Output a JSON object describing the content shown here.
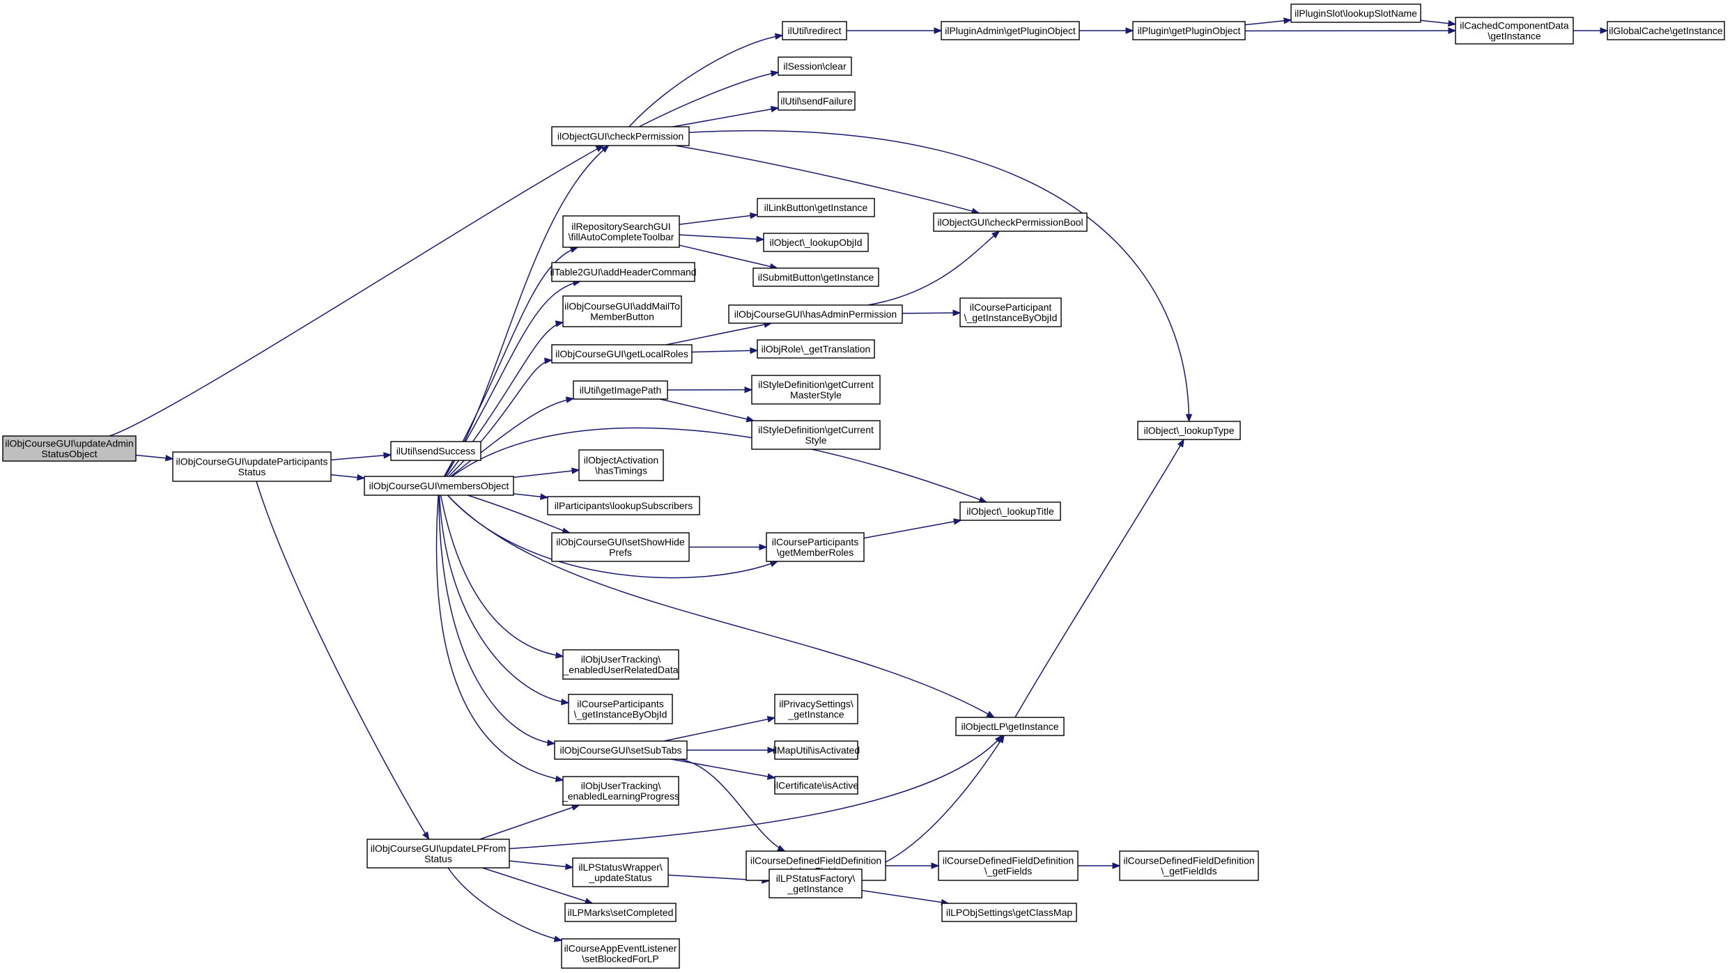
{
  "nodes": [
    {
      "id": "n0",
      "lines": [
        "ilObjCourseGUI\\updateAdmin",
        "StatusObject"
      ],
      "root": true
    },
    {
      "id": "n1",
      "lines": [
        "ilObjCourseGUI\\updateParticipants",
        "Status"
      ]
    },
    {
      "id": "n2",
      "lines": [
        "ilObjectGUI\\checkPermission"
      ]
    },
    {
      "id": "n3",
      "lines": [
        "ilUtil\\sendSuccess"
      ]
    },
    {
      "id": "n4",
      "lines": [
        "ilObjCourseGUI\\membersObject"
      ]
    },
    {
      "id": "n5",
      "lines": [
        "ilObjCourseGUI\\updateLPFrom",
        "Status"
      ]
    },
    {
      "id": "n6",
      "lines": [
        "ilUtil\\redirect"
      ]
    },
    {
      "id": "n7",
      "lines": [
        "ilSession\\clear"
      ]
    },
    {
      "id": "n8",
      "lines": [
        "ilUtil\\sendFailure"
      ]
    },
    {
      "id": "n9",
      "lines": [
        "ilPluginAdmin\\getPluginObject"
      ]
    },
    {
      "id": "n10",
      "lines": [
        "ilPlugin\\getPluginObject"
      ]
    },
    {
      "id": "n11",
      "lines": [
        "ilPluginSlot\\lookupSlotName"
      ]
    },
    {
      "id": "n12",
      "lines": [
        "ilCachedComponentData",
        "\\getInstance"
      ]
    },
    {
      "id": "n13",
      "lines": [
        "ilGlobalCache\\getInstance"
      ]
    },
    {
      "id": "n14",
      "lines": [
        "ilRepositorySearchGUI",
        "\\fillAutoCompleteToolbar"
      ]
    },
    {
      "id": "n15",
      "lines": [
        "ilTable2GUI\\addHeaderCommand"
      ]
    },
    {
      "id": "n16",
      "lines": [
        "ilObjCourseGUI\\addMailTo",
        "MemberButton"
      ]
    },
    {
      "id": "n17",
      "lines": [
        "ilObjCourseGUI\\getLocalRoles"
      ]
    },
    {
      "id": "n18",
      "lines": [
        "ilUtil\\getImagePath"
      ]
    },
    {
      "id": "n19",
      "lines": [
        "ilObjectActivation",
        "\\hasTimings"
      ]
    },
    {
      "id": "n20",
      "lines": [
        "ilParticipants\\lookupSubscribers"
      ]
    },
    {
      "id": "n21",
      "lines": [
        "ilObjCourseGUI\\setShowHide",
        "Prefs"
      ]
    },
    {
      "id": "n22",
      "lines": [
        "ilObjUserTracking\\",
        "_enabledUserRelatedData"
      ]
    },
    {
      "id": "n23",
      "lines": [
        "ilCourseParticipants",
        "\\_getInstanceByObjId"
      ]
    },
    {
      "id": "n24",
      "lines": [
        "ilObjCourseGUI\\setSubTabs"
      ]
    },
    {
      "id": "n25",
      "lines": [
        "ilObjUserTracking\\",
        "_enabledLearningProgress"
      ]
    },
    {
      "id": "n26",
      "lines": [
        "ilLPStatusWrapper\\",
        "_updateStatus"
      ]
    },
    {
      "id": "n27",
      "lines": [
        "ilLPMarks\\setCompleted"
      ]
    },
    {
      "id": "n28",
      "lines": [
        "ilCourseAppEventListener",
        "\\setBlockedForLP"
      ]
    },
    {
      "id": "n29",
      "lines": [
        "ilLinkButton\\getInstance"
      ]
    },
    {
      "id": "n30",
      "lines": [
        "ilObject\\_lookupObjId"
      ]
    },
    {
      "id": "n31",
      "lines": [
        "ilSubmitButton\\getInstance"
      ]
    },
    {
      "id": "n32",
      "lines": [
        "ilObjCourseGUI\\hasAdminPermission"
      ]
    },
    {
      "id": "n33",
      "lines": [
        "ilObjRole\\_getTranslation"
      ]
    },
    {
      "id": "n34",
      "lines": [
        "ilStyleDefinition\\getCurrent",
        "MasterStyle"
      ]
    },
    {
      "id": "n35",
      "lines": [
        "ilStyleDefinition\\getCurrent",
        "Style"
      ]
    },
    {
      "id": "n36",
      "lines": [
        "ilCourseParticipants",
        "\\getMemberRoles"
      ]
    },
    {
      "id": "n37",
      "lines": [
        "ilPrivacySettings\\",
        "_getInstance"
      ]
    },
    {
      "id": "n38",
      "lines": [
        "ilMapUtil\\isActivated"
      ]
    },
    {
      "id": "n39",
      "lines": [
        "ilCertificate\\isActive"
      ]
    },
    {
      "id": "n40",
      "lines": [
        "ilCourseDefinedFieldDefinition",
        "\\_hasFields"
      ]
    },
    {
      "id": "n41",
      "lines": [
        "ilLPStatusFactory\\",
        "_getInstance"
      ]
    },
    {
      "id": "n42",
      "lines": [
        "ilObjectGUI\\checkPermissionBool"
      ]
    },
    {
      "id": "n43",
      "lines": [
        "ilCourseParticipant",
        "\\_getInstanceByObjId"
      ]
    },
    {
      "id": "n44",
      "lines": [
        "ilObject\\_lookupType"
      ]
    },
    {
      "id": "n45",
      "lines": [
        "ilObject\\_lookupTitle"
      ]
    },
    {
      "id": "n46",
      "lines": [
        "ilObjectLP\\getInstance"
      ]
    },
    {
      "id": "n47",
      "lines": [
        "ilCourseDefinedFieldDefinition",
        "\\_getFields"
      ]
    },
    {
      "id": "n48",
      "lines": [
        "ilLPObjSettings\\getClassMap"
      ]
    },
    {
      "id": "n49",
      "lines": [
        "ilCourseDefinedFieldDefinition",
        "\\_getFieldIds"
      ]
    }
  ],
  "edges": [
    {
      "from": "n0",
      "to": "n1"
    },
    {
      "from": "n0",
      "to": "n2"
    },
    {
      "from": "n1",
      "to": "n3"
    },
    {
      "from": "n1",
      "to": "n4"
    },
    {
      "from": "n1",
      "to": "n5"
    },
    {
      "from": "n2",
      "to": "n6"
    },
    {
      "from": "n2",
      "to": "n7"
    },
    {
      "from": "n2",
      "to": "n8"
    },
    {
      "from": "n2",
      "to": "n42"
    },
    {
      "from": "n2",
      "to": "n44"
    },
    {
      "from": "n6",
      "to": "n9"
    },
    {
      "from": "n9",
      "to": "n10"
    },
    {
      "from": "n10",
      "to": "n11"
    },
    {
      "from": "n10",
      "to": "n12"
    },
    {
      "from": "n11",
      "to": "n12"
    },
    {
      "from": "n12",
      "to": "n13"
    },
    {
      "from": "n4",
      "to": "n2"
    },
    {
      "from": "n4",
      "to": "n14"
    },
    {
      "from": "n4",
      "to": "n15"
    },
    {
      "from": "n4",
      "to": "n16"
    },
    {
      "from": "n4",
      "to": "n17"
    },
    {
      "from": "n4",
      "to": "n18"
    },
    {
      "from": "n4",
      "to": "n19"
    },
    {
      "from": "n4",
      "to": "n20"
    },
    {
      "from": "n4",
      "to": "n21"
    },
    {
      "from": "n4",
      "to": "n36"
    },
    {
      "from": "n4",
      "to": "n45"
    },
    {
      "from": "n4",
      "to": "n46"
    },
    {
      "from": "n4",
      "to": "n22"
    },
    {
      "from": "n4",
      "to": "n23"
    },
    {
      "from": "n4",
      "to": "n24"
    },
    {
      "from": "n4",
      "to": "n25"
    },
    {
      "from": "n14",
      "to": "n29"
    },
    {
      "from": "n14",
      "to": "n30"
    },
    {
      "from": "n14",
      "to": "n31"
    },
    {
      "from": "n17",
      "to": "n32"
    },
    {
      "from": "n17",
      "to": "n33"
    },
    {
      "from": "n32",
      "to": "n42"
    },
    {
      "from": "n32",
      "to": "n43"
    },
    {
      "from": "n18",
      "to": "n34"
    },
    {
      "from": "n18",
      "to": "n35"
    },
    {
      "from": "n21",
      "to": "n36"
    },
    {
      "from": "n36",
      "to": "n45"
    },
    {
      "from": "n24",
      "to": "n37"
    },
    {
      "from": "n24",
      "to": "n38"
    },
    {
      "from": "n24",
      "to": "n39"
    },
    {
      "from": "n24",
      "to": "n40"
    },
    {
      "from": "n5",
      "to": "n25"
    },
    {
      "from": "n5",
      "to": "n46"
    },
    {
      "from": "n5",
      "to": "n26"
    },
    {
      "from": "n5",
      "to": "n27"
    },
    {
      "from": "n5",
      "to": "n28"
    },
    {
      "from": "n26",
      "to": "n41"
    },
    {
      "from": "n41",
      "to": "n46"
    },
    {
      "from": "n41",
      "to": "n48"
    },
    {
      "from": "n40",
      "to": "n47"
    },
    {
      "from": "n47",
      "to": "n49"
    },
    {
      "from": "n46",
      "to": "n44"
    }
  ],
  "colors": {
    "edge": "#191970",
    "root_fill": "#bfbfbf",
    "node_fill": "#ffffff",
    "node_stroke": "#000000"
  }
}
